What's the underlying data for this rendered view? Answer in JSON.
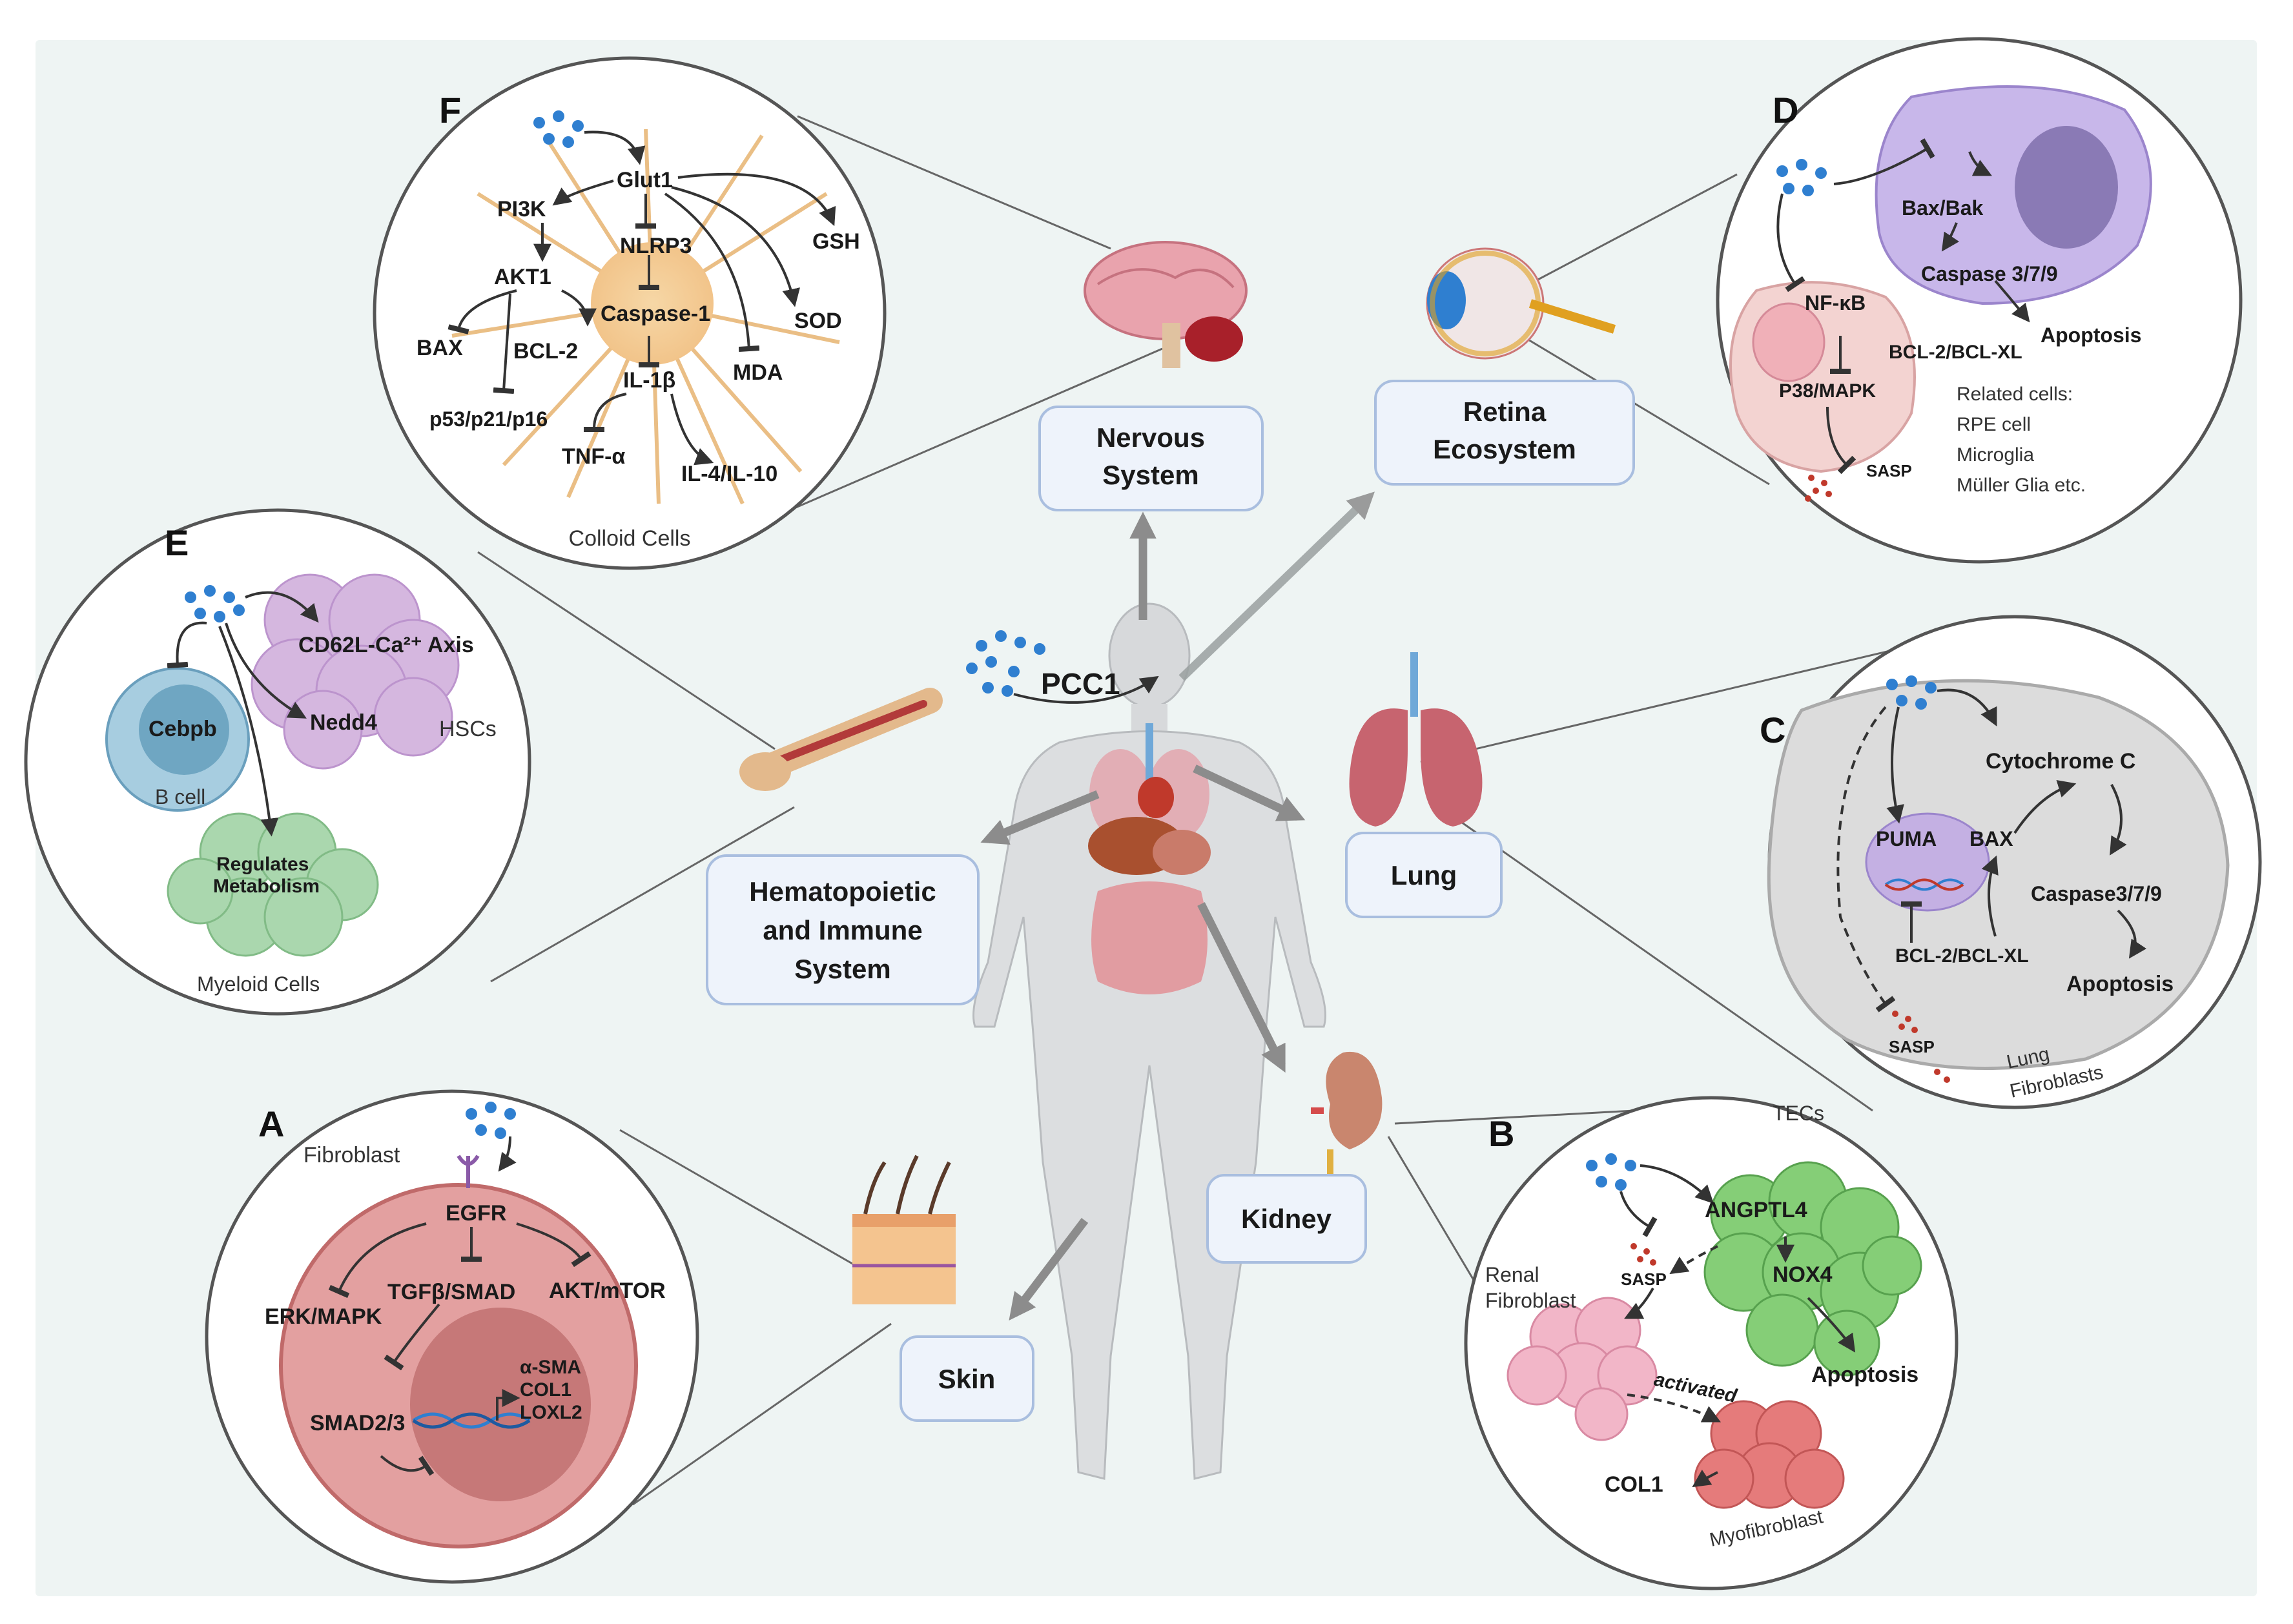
{
  "colors": {
    "background": "#eef4f3",
    "box_fill": "#eef3fb",
    "box_stroke": "#a9bedf",
    "arrow_gray": "#8c8c8c",
    "drug_dots": "#2f7fd0",
    "circle_stroke": "#555555"
  },
  "center": {
    "drug_label": "PCC1"
  },
  "organ_boxes": {
    "nervous": {
      "line1": "Nervous",
      "line2": "System"
    },
    "retina": {
      "line1": "Retina",
      "line2": "Ecosystem"
    },
    "lung": {
      "line1": "Lung"
    },
    "hemato": {
      "line1": "Hematopoietic",
      "line2": "and Immune",
      "line3": "System"
    },
    "kidney": {
      "line1": "Kidney"
    },
    "skin": {
      "line1": "Skin"
    }
  },
  "panels": {
    "F": {
      "letter": "F",
      "caption": "Colloid Cells",
      "nodes": {
        "glut1": "Glut1",
        "pi3k": "PI3K",
        "nlrp3": "NLRP3",
        "gsh": "GSH",
        "akt1": "AKT1",
        "caspase1": "Caspase-1",
        "sod": "SOD",
        "bax": "BAX",
        "bcl2": "BCL-2",
        "il1b": "IL-1β",
        "mda": "MDA",
        "p53": "p53/p21/p16",
        "tnfa": "TNF-α",
        "il4": "IL-4/IL-10"
      }
    },
    "D": {
      "letter": "D",
      "nodes": {
        "baxbak": "Bax/Bak",
        "caspase": "Caspase 3/7/9",
        "apoptosis": "Apoptosis",
        "nfkb": "NF-κB",
        "bcl2": "BCL-2/BCL-XL",
        "p38": "P38/MAPK",
        "sasp": "SASP"
      },
      "related": [
        "Related cells:",
        "RPE cell",
        "Microglia",
        "Müller Glia etc."
      ]
    },
    "E": {
      "letter": "E",
      "nodes": {
        "cd62l": "CD62L-Ca²⁺ Axis",
        "nedd4": "Nedd4",
        "hscs": "HSCs",
        "cebpb": "Cebpb",
        "bcell": "B cell",
        "regulates1": "Regulates",
        "regulates2": "Metabolism",
        "myeloid": "Myeloid Cells"
      }
    },
    "C": {
      "letter": "C",
      "nodes": {
        "cytochrome": "Cytochrome C",
        "puma": "PUMA",
        "bax": "BAX",
        "caspase": "Caspase3/7/9",
        "bcl2": "BCL-2/BCL-XL",
        "apoptosis": "Apoptosis",
        "sasp": "SASP",
        "lung1": "Lung",
        "lung2": "Fibroblasts"
      }
    },
    "A": {
      "letter": "A",
      "nodes": {
        "fibroblast": "Fibroblast",
        "egfr": "EGFR",
        "tgfb": "TGFβ/SMAD",
        "akt": "AKT/mTOR",
        "erk": "ERK/MAPK",
        "asma": "α-SMA",
        "col1": "COL1",
        "loxl2": "LOXL2",
        "smad": "SMAD2/3"
      }
    },
    "B": {
      "letter": "B",
      "nodes": {
        "tecs": "TECs",
        "angptl4": "ANGPTL4",
        "renal1": "Renal",
        "renal2": "Fibroblast",
        "sasp": "SASP",
        "nox4": "NOX4",
        "apoptosis": "Apoptosis",
        "activated": "activated",
        "col1": "COL1",
        "myo": "Myofibroblast"
      }
    }
  }
}
